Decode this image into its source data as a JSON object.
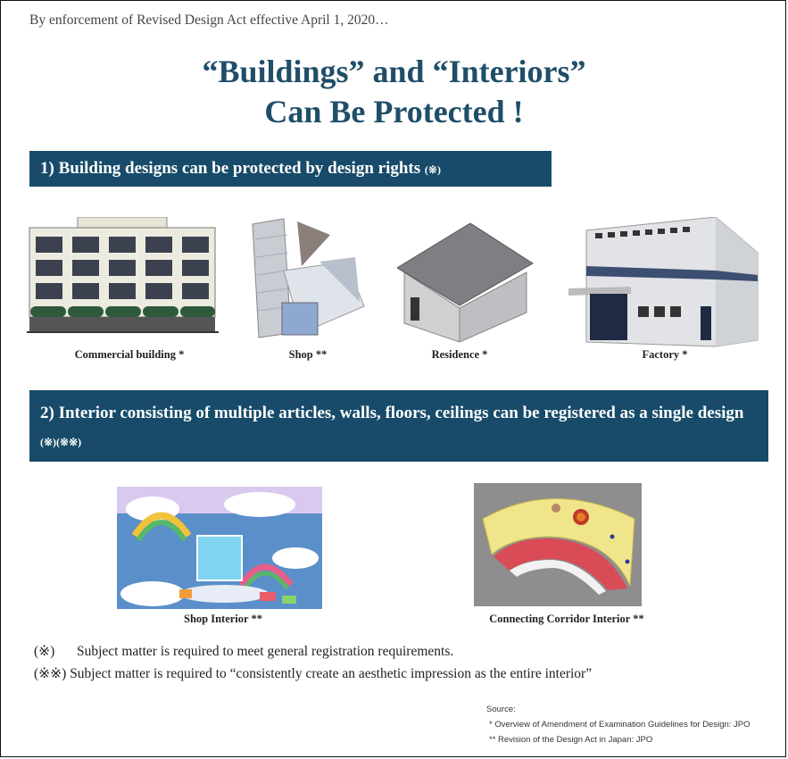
{
  "intro": "By enforcement of Revised Design Act effective April 1, 2020…",
  "title": {
    "line1": "“Buildings” and “Interiors”",
    "line2": "Can Be Protected !"
  },
  "section1": {
    "text": "1) Building designs can be protected by design rights",
    "mark": "(※)"
  },
  "buildings": [
    {
      "name": "commercial-building",
      "caption": "Commercial building *"
    },
    {
      "name": "shop",
      "caption": "Shop **"
    },
    {
      "name": "residence",
      "caption": "Residence *"
    },
    {
      "name": "factory",
      "caption": "Factory *"
    }
  ],
  "section2": {
    "text": "2) Interior consisting of multiple articles, walls, floors, ceilings can be registered as a single design",
    "mark": "(※)(※※)"
  },
  "interiors": [
    {
      "name": "shop-interior",
      "caption": "Shop Interior **"
    },
    {
      "name": "connecting-corridor-interior",
      "caption": "Connecting Corridor Interior **"
    }
  ],
  "notes": [
    {
      "mark": "(※)",
      "text": "Subject matter is required to meet general registration requirements."
    },
    {
      "mark": "(※※)",
      "text": "Subject matter is required to “consistently create an aesthetic impression as the entire interior”"
    }
  ],
  "source": {
    "label": "Source:",
    "items": [
      "*  Overview of Amendment of Examination Guidelines for Design: JPO",
      "**  Revision of the Design Act in Japan: JPO"
    ]
  },
  "colors": {
    "banner": "#174b69",
    "title": "#1f4e68"
  }
}
